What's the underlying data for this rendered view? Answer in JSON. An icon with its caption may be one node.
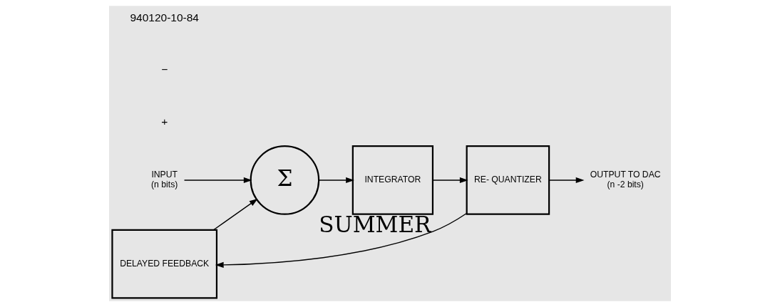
{
  "diagram": {
    "nodes": [
      {
        "text": [
          "INPUT",
          "(n bits)"
        ]
      },
      {
        "text": [
          "Σ"
        ],
        "beside": [
          "SUMMER"
        ]
      },
      {
        "text": [
          "INTEGRATOR"
        ]
      },
      {
        "text": [
          "RE- QUANTIZER"
        ]
      },
      {
        "text": [
          "OUTPUT TO DAC",
          "(n -2 bits)"
        ]
      },
      {
        "text": [
          "DELAYED FEEDBACK"
        ]
      }
    ],
    "edges": [
      {
        "from": 0,
        "to": 1,
        "arrow": "to"
      },
      {
        "from": 1,
        "to": 2,
        "arrow": "to"
      },
      {
        "from": 2,
        "to": 3,
        "arrow": "to"
      },
      {
        "from": 3,
        "to": 4,
        "arrow": "to"
      },
      {
        "from": 3,
        "to": 5,
        "arrow": "to"
      },
      {
        "from": 5,
        "to": 1,
        "arrow": "to"
      }
    ],
    "labels": [
      "+",
      "−",
      "940120-10-84"
    ]
  }
}
